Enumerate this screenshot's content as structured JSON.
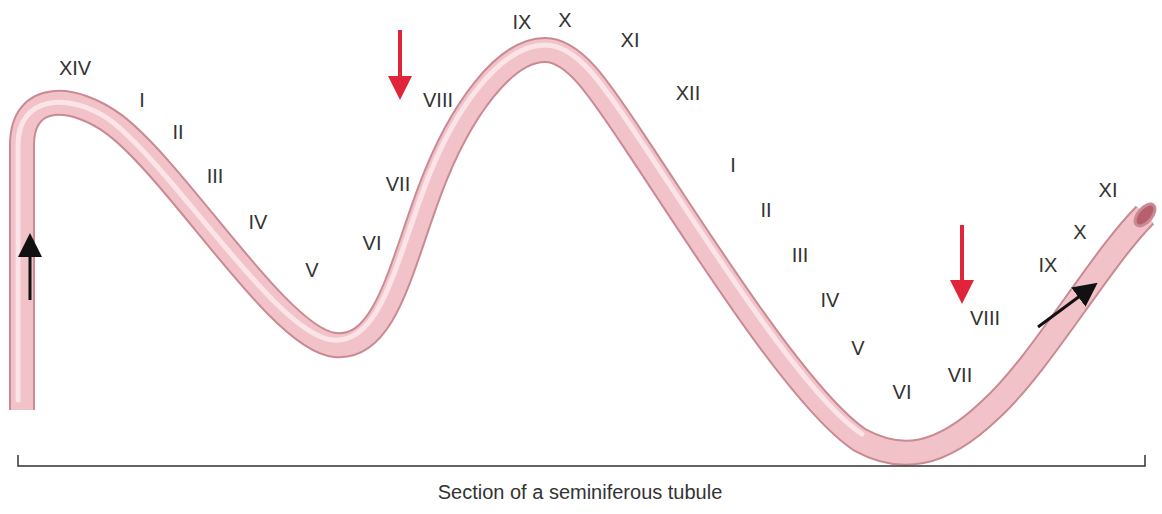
{
  "diagram": {
    "caption": "Section of a seminiferous tubule",
    "labels": [
      "XIV",
      "I",
      "II",
      "III",
      "IV",
      "V",
      "VI",
      "VII",
      "VIII",
      "IX",
      "X",
      "XI",
      "XII",
      "I",
      "II",
      "III",
      "IV",
      "V",
      "VI",
      "VII",
      "VIII",
      "IX",
      "X",
      "XI"
    ]
  }
}
